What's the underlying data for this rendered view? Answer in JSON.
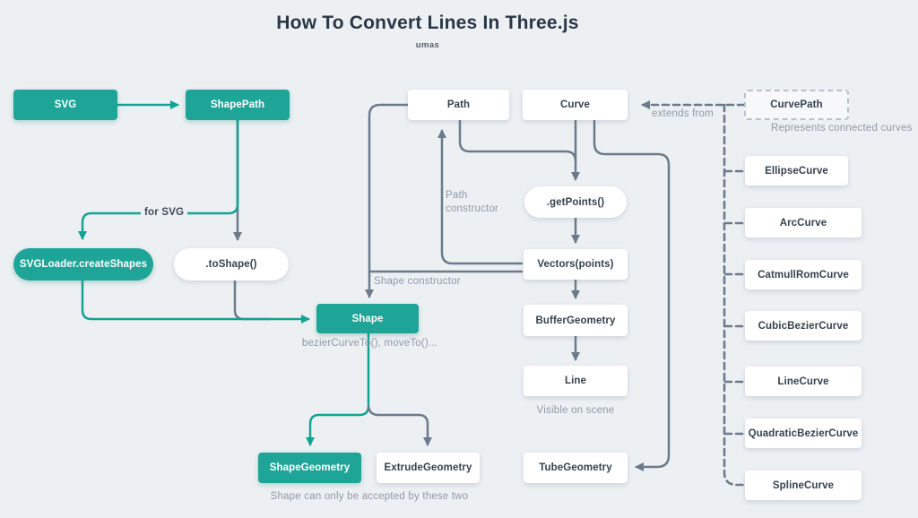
{
  "title": "How To Convert Lines In Three.js",
  "author": "umas",
  "colors": {
    "background": "#edf0f3",
    "accent_teal": "#1fa597",
    "teal_line": "#12a393",
    "gray_line": "#6b7b8b",
    "node_text": "#36424f",
    "muted_text": "#8e99a8"
  },
  "nodes": {
    "svg": "SVG",
    "shapepath": "ShapePath",
    "svgloader": "SVGLoader.createShapes",
    "toshape": ".toShape()",
    "shape": "Shape",
    "shapegeometry": "ShapeGeometry",
    "extrudegeometry": "ExtrudeGeometry",
    "path": "Path",
    "curve": "Curve",
    "getpoints": ".getPoints()",
    "vectors": "Vectors(points)",
    "buffergeometry": "BufferGeometry",
    "line": "Line",
    "tubegeometry": "TubeGeometry",
    "curvepath": "CurvePath",
    "ellipsecurve": "EllipseCurve",
    "arccurve": "ArcCurve",
    "catmullromcurve": "CatmullRomCurve",
    "cubicbeziercurve": "CubicBezierCurve",
    "linecurve": "LineCurve",
    "quadraticbeziercurve": "QuadraticBezierCurve",
    "splinecurve": "SplineCurve"
  },
  "annotations": {
    "for_svg": "for SVG",
    "path_constructor": "Path constructor",
    "shape_constructor": "Shape constructor",
    "extends_from": "extends from",
    "represents_connected": "Represents connected curves",
    "bezier_note": "bezierCurveTo(), moveTo()...",
    "visible_on_scene": "Visible on scene",
    "accepted_note": "Shape can only be accepted by these two"
  }
}
